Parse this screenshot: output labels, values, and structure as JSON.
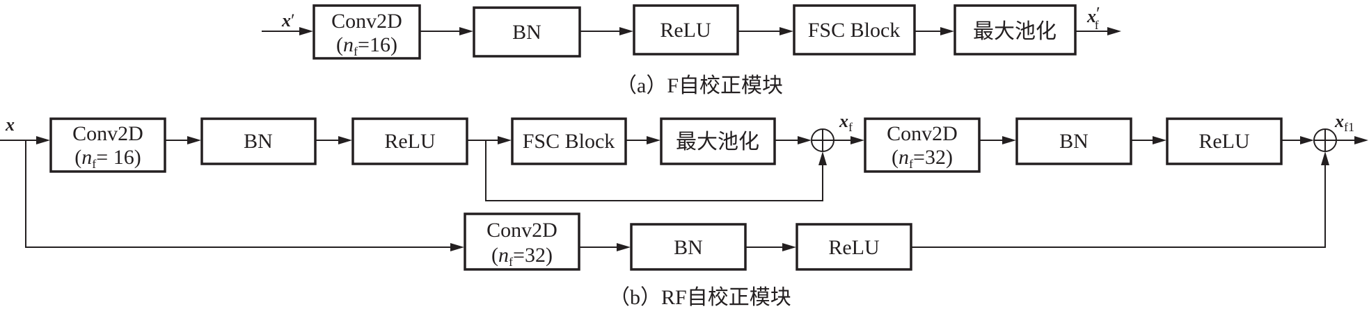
{
  "diagram_a": {
    "caption_prefix": "（a）F",
    "caption_cn": "自校正模块",
    "input_label": "x",
    "input_prime": "′",
    "output_label": "x",
    "output_prime": "′",
    "output_sub": "f",
    "blocks": [
      {
        "line1": "Conv2D",
        "line2_pre": "(",
        "line2_var": "n",
        "line2_sub": "f",
        "line2_post": "=16)"
      },
      {
        "line1": "BN"
      },
      {
        "line1": "ReLU"
      },
      {
        "line1": "FSC Block"
      },
      {
        "line1": "最大池化"
      }
    ]
  },
  "diagram_b": {
    "caption_prefix": "（b）RF",
    "caption_cn": "自校正模块",
    "input_label": "x",
    "mid_label": "x",
    "mid_sub": "f",
    "output_label": "x",
    "output_sub": "f1",
    "main_blocks": [
      {
        "line1": "Conv2D",
        "line2_pre": "(",
        "line2_var": "n",
        "line2_sub": "f",
        "line2_post": "= 16)"
      },
      {
        "line1": "BN"
      },
      {
        "line1": "ReLU"
      },
      {
        "line1": "FSC Block"
      },
      {
        "line1": "最大池化"
      },
      {
        "line1": "Conv2D",
        "line2_pre": "(",
        "line2_var": "n",
        "line2_sub": "f",
        "line2_post": "=32)"
      },
      {
        "line1": "BN"
      },
      {
        "line1": "ReLU"
      }
    ],
    "branch_blocks": [
      {
        "line1": "Conv2D",
        "line2_pre": "(",
        "line2_var": "n",
        "line2_sub": "f",
        "line2_post": "=32)"
      },
      {
        "line1": "BN"
      },
      {
        "line1": "ReLU"
      }
    ]
  }
}
